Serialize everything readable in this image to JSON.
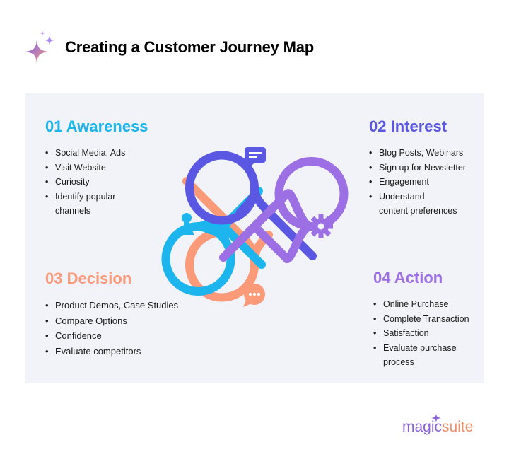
{
  "title": "Creating a Customer Journey Map",
  "colors": {
    "awareness": "#1cb5ee",
    "interest": "#5a57e2",
    "decision": "#fb9a78",
    "action": "#9c6fe4",
    "panel": "#f2f3f8"
  },
  "stages": [
    {
      "heading": "01 Awareness",
      "items": [
        "Social Media, Ads",
        "Visit Website",
        "Curiosity",
        "Identify popular",
        "channels"
      ]
    },
    {
      "heading": "02 Interest",
      "items": [
        "Blog Posts, Webinars",
        "Sign up for Newsletter",
        "Engagement",
        "Understand",
        "content preferences"
      ]
    },
    {
      "heading": "03 Decision",
      "items": [
        "Product Demos, Case Studies",
        "Compare Options",
        "Confidence",
        "Evaluate competitors"
      ]
    },
    {
      "heading": "04 Action",
      "items": [
        "Online Purchase",
        "Complete Transaction",
        "Satisfaction",
        "Evaluate purchase",
        "process"
      ]
    }
  ],
  "loops": {
    "top_icon": "message-icon",
    "left_icon": "user-icon",
    "right_icon": "gear-icon",
    "bottom_icon": "chat-bubble-icon"
  },
  "brand": {
    "magic": "magic",
    "suite": "suite"
  }
}
